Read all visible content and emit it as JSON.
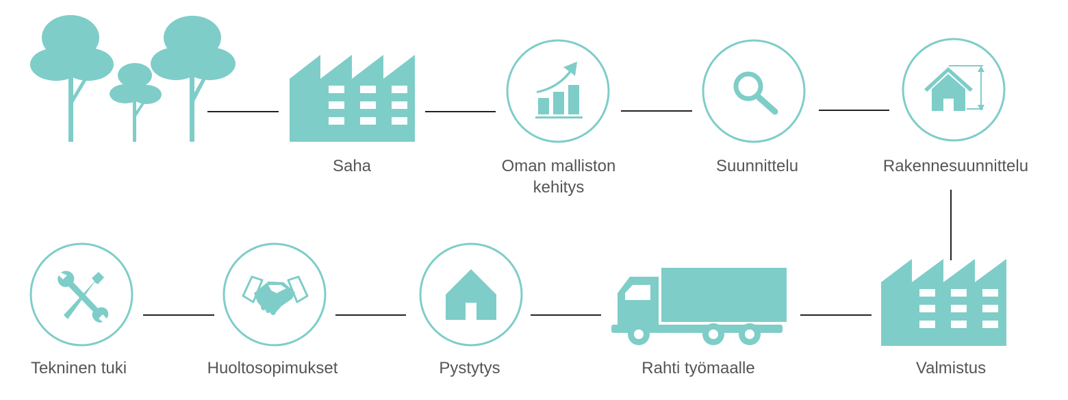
{
  "colors": {
    "accent": "#7ecdc8",
    "line": "#222222",
    "text": "#555555"
  },
  "steps": [
    {
      "icon": "trees-icon",
      "label": ""
    },
    {
      "icon": "factory-icon",
      "label": "Saha"
    },
    {
      "icon": "growth-chart-icon",
      "label": "Oman malliston",
      "label2": "kehitys"
    },
    {
      "icon": "magnifier-icon",
      "label": "Suunnittelu"
    },
    {
      "icon": "house-measure-icon",
      "label": "Rakennesuunnittelu"
    },
    {
      "icon": "factory-icon",
      "label": "Valmistus"
    },
    {
      "icon": "truck-icon",
      "label": "Rahti työmaalle"
    },
    {
      "icon": "house-icon",
      "label": "Pystytys"
    },
    {
      "icon": "handshake-icon",
      "label": "Huoltosopimukset"
    },
    {
      "icon": "tools-icon",
      "label": "Tekninen tuki"
    }
  ]
}
